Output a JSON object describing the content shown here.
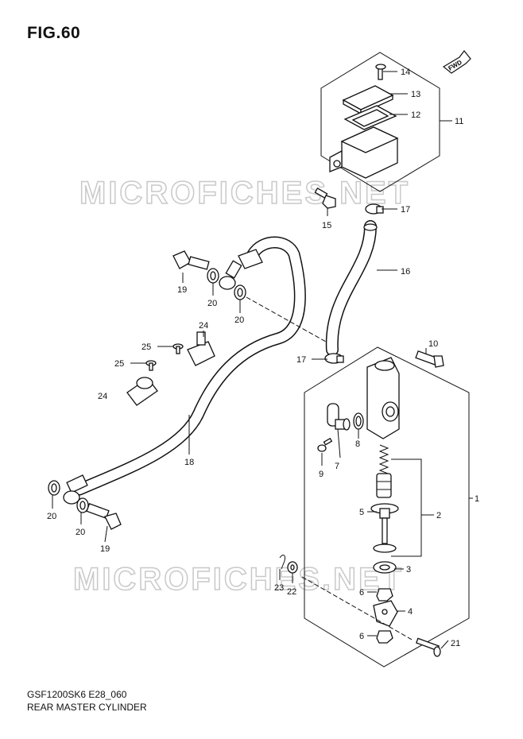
{
  "figure": {
    "title": "FIG.60",
    "footer_code": "GSF1200SK6 E28_060",
    "footer_name": "REAR MASTER CYLINDER",
    "watermark_text": "MICROFICHES.NET",
    "fwd_label": "FWD"
  },
  "callouts": {
    "c1": "1",
    "c2": "2",
    "c3": "3",
    "c4": "4",
    "c5": "5",
    "c6a": "6",
    "c6b": "6",
    "c7": "7",
    "c8": "8",
    "c9": "9",
    "c10": "10",
    "c11": "11",
    "c12": "12",
    "c13": "13",
    "c14": "14",
    "c15": "15",
    "c16": "16",
    "c17a": "17",
    "c17b": "17",
    "c18": "18",
    "c19a": "19",
    "c19b": "19",
    "c20a": "20",
    "c20b": "20",
    "c20c": "20",
    "c20d": "20",
    "c21": "21",
    "c22": "22",
    "c23": "23",
    "c24a": "24",
    "c24b": "24",
    "c25a": "25",
    "c25b": "25"
  }
}
